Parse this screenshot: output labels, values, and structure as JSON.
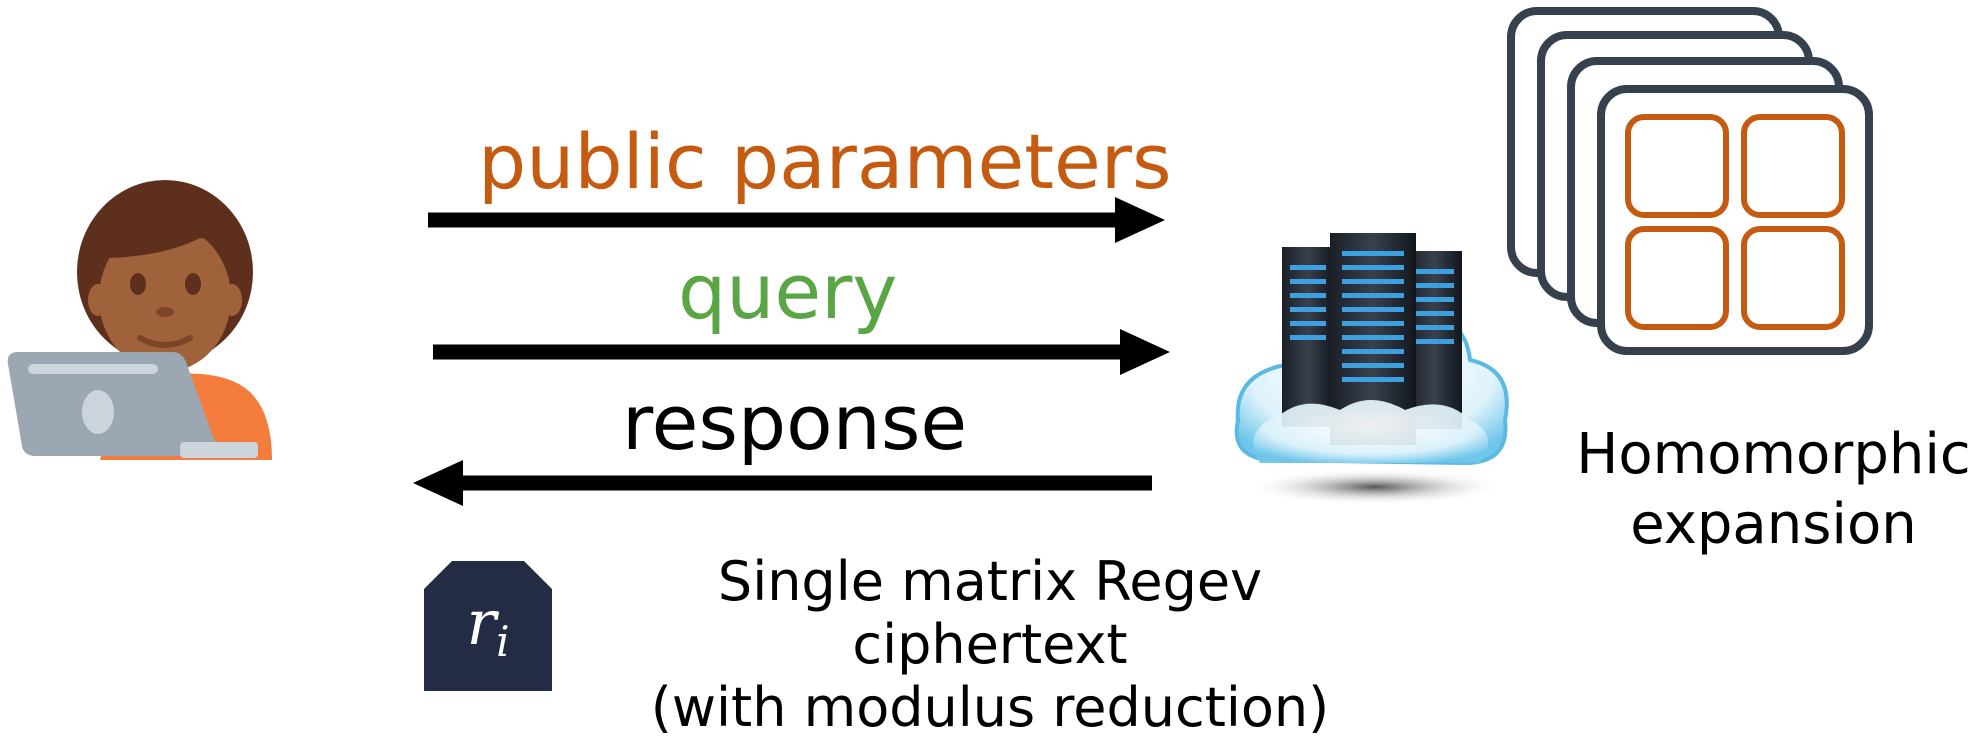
{
  "arrows": {
    "public_parameters": "public parameters",
    "query": "query",
    "response": "response"
  },
  "server": {
    "caption_line1": "Homomorphic",
    "caption_line2": "expansion"
  },
  "legend": {
    "symbol_base": "r",
    "symbol_sub": "i",
    "line1": "Single matrix Regev ciphertext",
    "line2": "(with modulus reduction)"
  },
  "colors": {
    "public_parameters": "#c55a11",
    "query": "#5aa544",
    "response": "#000000",
    "badge": "#232b45",
    "card_stroke": "#36414d",
    "tile_stroke": "#c55a11"
  },
  "icons": {
    "client": "person-with-laptop-icon",
    "server": "cloud-server-icon",
    "expansion": "stacked-cards-icon"
  }
}
